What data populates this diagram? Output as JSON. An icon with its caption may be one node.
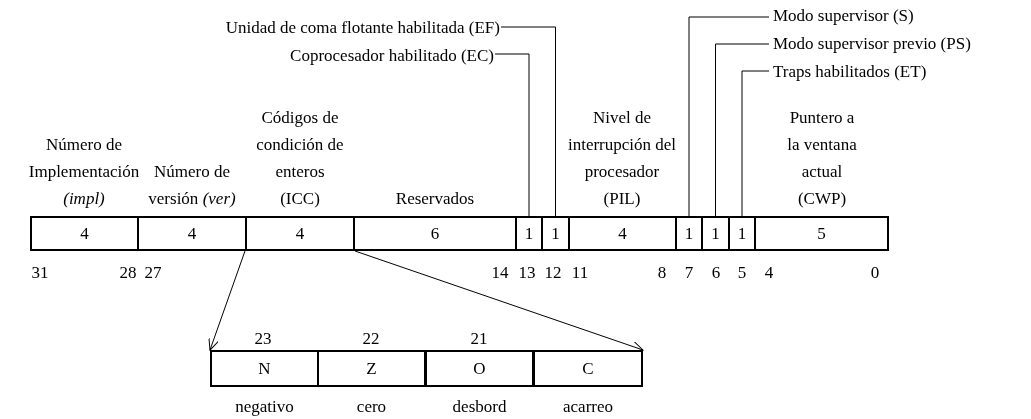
{
  "diagram": {
    "nodes": [
      {
        "text": [
          "Modo supervisor (S)"
        ]
      },
      {
        "text": [
          "Unidad de coma flotante habilitada (EF)"
        ]
      },
      {
        "text": [
          "Modo supervisor previo (PS)"
        ]
      },
      {
        "text": [
          "Coprocesador habilitado (EC)"
        ]
      },
      {
        "text": [
          "Traps habilitados (ET)"
        ]
      },
      {
        "text": [
          "Número de Implementación *(impl)*",
          "4"
        ]
      },
      {
        "text": [
          "Número de versión *(ver)*",
          "4"
        ]
      },
      {
        "text": [
          "Códigos de condición de enteros (ICC)",
          "4"
        ]
      },
      {
        "text": [
          "Reservados",
          "6"
        ]
      },
      {
        "text": [
          "1"
        ]
      },
      {
        "text": [
          "1"
        ]
      },
      {
        "text": [
          "Nivel de interrupción del procesador (PIL)",
          "4"
        ]
      },
      {
        "text": [
          "1"
        ]
      },
      {
        "text": [
          "1"
        ]
      },
      {
        "text": [
          "1"
        ]
      },
      {
        "text": [
          "Puntero a la ventana actual (CWP)",
          "5"
        ]
      },
      {
        "text": [],
        "shape": "box"
      },
      {
        "text": [
          "N"
        ],
        "in": 16,
        "beside": [
          "negativo"
        ]
      },
      {
        "text": [
          "Z"
        ],
        "in": 16,
        "beside": [
          "cero"
        ]
      },
      {
        "text": [
          "O"
        ],
        "in": 16,
        "beside": [
          "desbord"
        ]
      },
      {
        "text": [
          "C"
        ],
        "in": 16,
        "beside": [
          "acarreo"
        ]
      }
    ],
    "edges": [
      {
        "from": 0,
        "to": 12,
        "arrow": "none"
      },
      {
        "from": 1,
        "to": 10,
        "arrow": "none"
      },
      {
        "from": 2,
        "to": 13,
        "arrow": "none"
      },
      {
        "from": 3,
        "to": 9,
        "arrow": "none"
      },
      {
        "from": 4,
        "to": 14,
        "arrow": "none"
      },
      {
        "from": 7,
        "to": 16,
        "arrow": "to"
      },
      {
        "from": 7,
        "to": 16,
        "arrow": "to"
      }
    ],
    "labels": [
      "31",
      "28",
      "27",
      "14",
      "13",
      "12",
      "11",
      "8",
      "7",
      "6",
      "5",
      "4",
      "0",
      "23",
      "22",
      "21"
    ]
  }
}
